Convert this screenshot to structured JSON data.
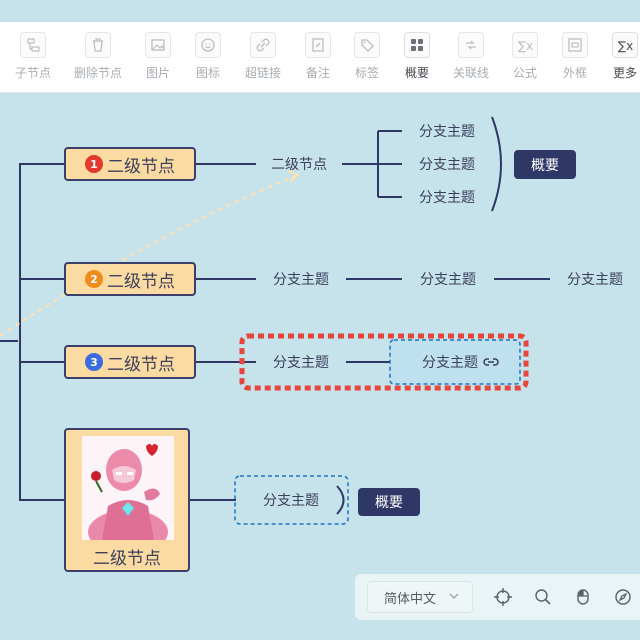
{
  "toolbar": {
    "items": [
      {
        "label": "子节点",
        "icon": "child-node-icon"
      },
      {
        "label": "删除节点",
        "icon": "trash-icon"
      },
      {
        "label": "图片",
        "icon": "image-icon"
      },
      {
        "label": "图标",
        "icon": "smiley-icon"
      },
      {
        "label": "超链接",
        "icon": "link-icon"
      },
      {
        "label": "备注",
        "icon": "note-icon"
      },
      {
        "label": "标签",
        "icon": "tag-icon"
      },
      {
        "label": "概要",
        "icon": "summary-grid-icon"
      },
      {
        "label": "关联线",
        "icon": "relation-line-icon"
      },
      {
        "label": "公式",
        "icon": "formula-icon"
      },
      {
        "label": "外框",
        "icon": "frame-icon"
      },
      {
        "label": "更多",
        "icon": "more-formula-icon"
      }
    ]
  },
  "map": {
    "secondary_nodes": [
      {
        "label": "二级节点",
        "badge": "1",
        "badge_color": "#e23b2e"
      },
      {
        "label": "二级节点",
        "badge": "2",
        "badge_color": "#f08c1a"
      },
      {
        "label": "二级节点",
        "badge": "3",
        "badge_color": "#3a6be0"
      }
    ],
    "image_node": {
      "label": "二级节点"
    },
    "row1": {
      "child": "二级节点",
      "branches": [
        "分支主题",
        "分支主题",
        "分支主题"
      ],
      "summary": "概要"
    },
    "row2": {
      "branches": [
        "分支主题",
        "分支主题",
        "分支主题"
      ]
    },
    "row3": {
      "branches": [
        "分支主题",
        "分支主题"
      ]
    },
    "row4": {
      "branch": "分支主题",
      "summary": "概要"
    }
  },
  "statusbar": {
    "language": "简体中文",
    "icons": [
      "target-icon",
      "zoom-icon",
      "mouse-icon",
      "compass-icon"
    ]
  },
  "colors": {
    "background": "#c6e2ea",
    "node_fill": "#fcdba2",
    "node_border": "#3a3f6b",
    "summary_fill": "#2f3767",
    "frame_red": "#e8453c",
    "dashed_blue": "#1a73c7"
  }
}
